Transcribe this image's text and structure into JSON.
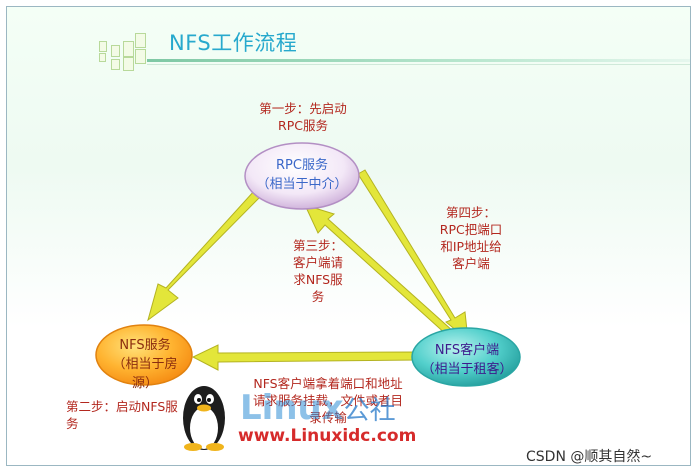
{
  "title": "NFS工作流程",
  "nodes": {
    "rpc": {
      "name": "RPC服务",
      "note": "（相当于中介）"
    },
    "server": {
      "name": "NFS服务",
      "note": "（相当于房源）"
    },
    "client": {
      "name": "NFS客户端",
      "note": "（相当于租客）"
    }
  },
  "steps": {
    "step1": "第一步：先启动\nRPC服务",
    "step2": "第二步：启动NFS服\n务",
    "step3": "第三步：\n客户端请\n求NFS服\n务",
    "step4": "第四步：\nRPC把端口\n和IP地址给\n客户端",
    "transfer": "NFS客户端拿着端口和地址\n请求服务挂载，文件或者目\n录传输"
  },
  "watermark": {
    "brand": "Linux",
    "brand_suffix": "公社",
    "url": "www.Linuxidc.com",
    "credit": "CSDN @顺其自然~"
  },
  "colors": {
    "title": "#27a9cd",
    "step_text": "#b3281f",
    "arrow_fill": "#e3e63a",
    "arrow_stroke": "#b4b321",
    "rpc_text": "#3b68c9",
    "server_text": "#8b2d0f",
    "client_text": "#3d1a8c"
  }
}
